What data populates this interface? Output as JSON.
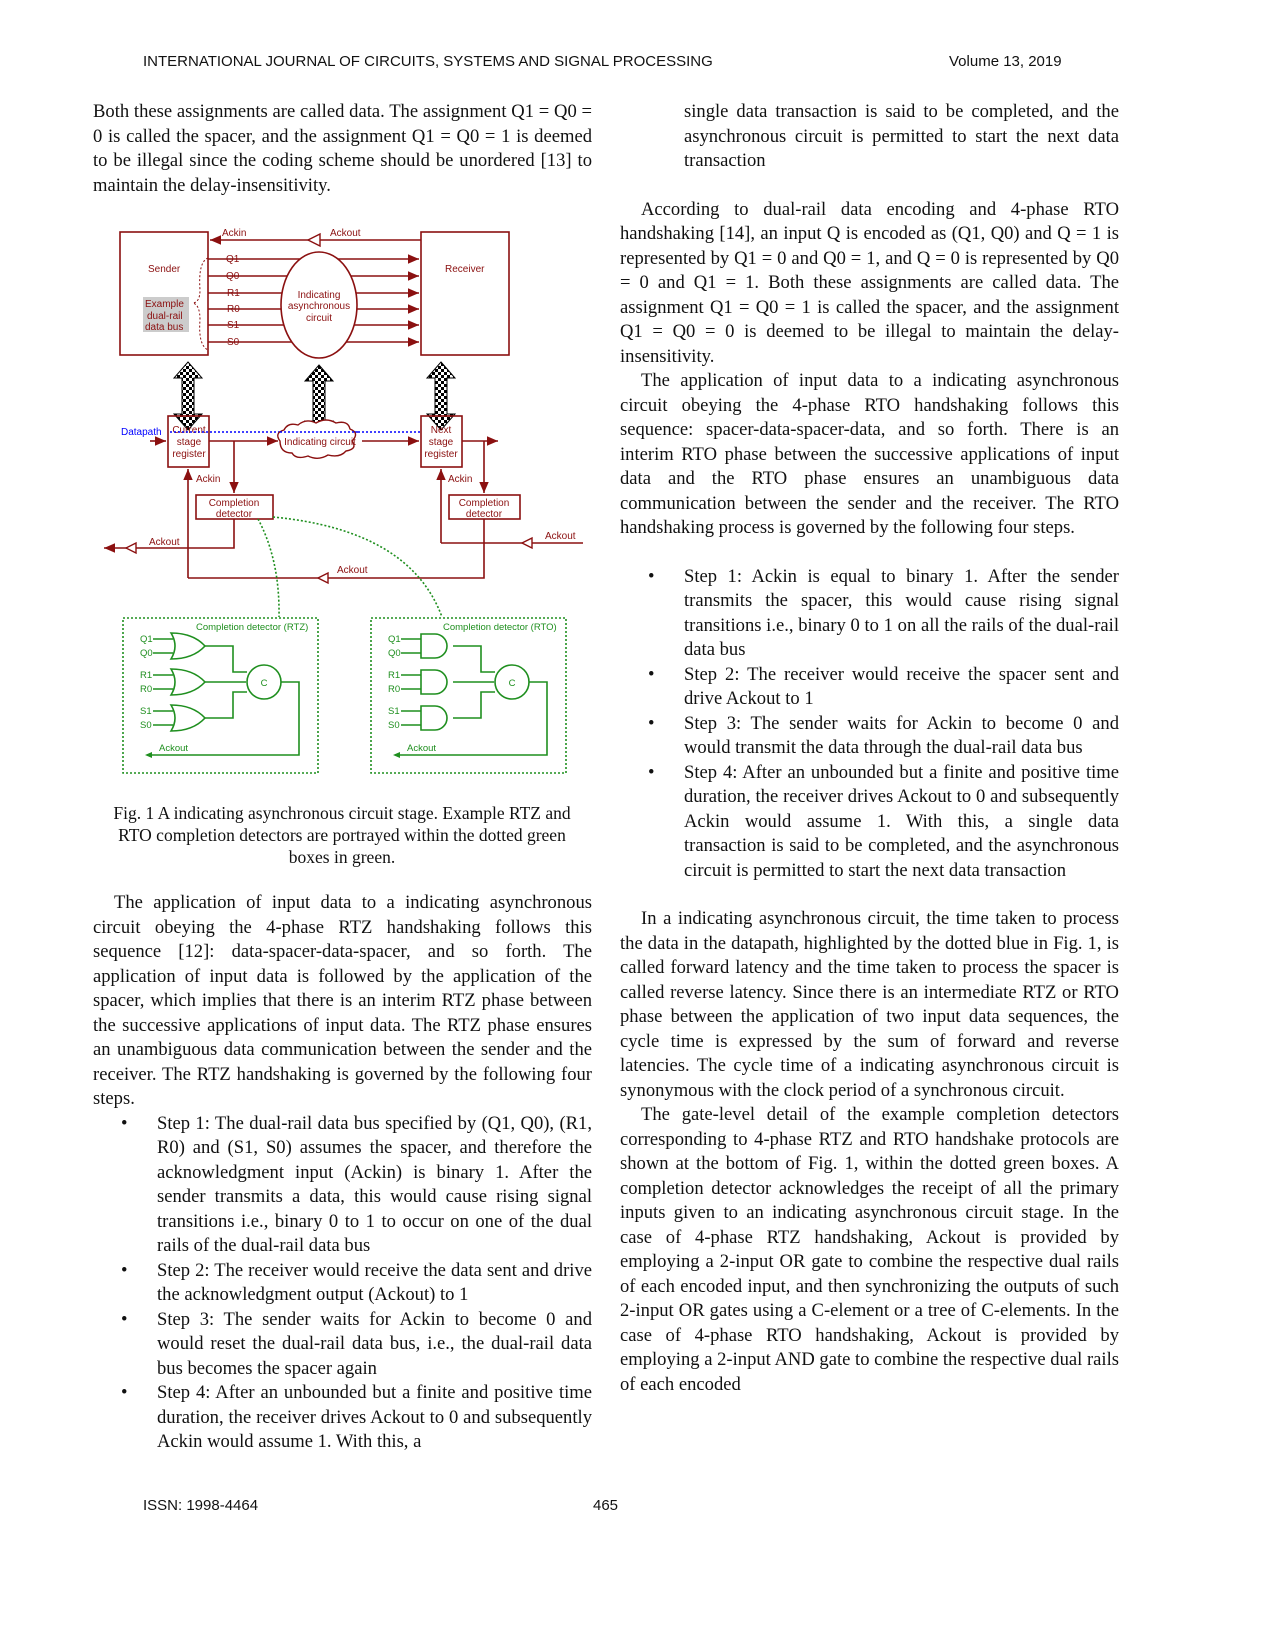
{
  "header": {
    "journal": "INTERNATIONAL JOURNAL OF CIRCUITS, SYSTEMS AND SIGNAL PROCESSING",
    "volume": "Volume 13, 2019"
  },
  "left": {
    "p1": "Both these assignments are called data. The assignment Q1 = Q0 = 0 is called the spacer, and the assignment Q1 = Q0 = 1 is deemed to be illegal since the coding scheme should be unordered [13] to maintain the delay-insensitivity.",
    "caption": "Fig. 1 A indicating asynchronous circuit stage. Example RTZ and RTO completion detectors are portrayed within the dotted green boxes in green.",
    "p2": "The application of input data to a indicating asynchronous circuit obeying the 4-phase RTZ handshaking follows this sequence [12]: data-spacer-data-spacer, and so forth. The application of input data is followed by the application of the spacer, which implies that there is an interim RTZ phase between the successive applications of input data. The RTZ phase ensures an unambiguous data communication between the sender and the receiver. The RTZ handshaking is governed by the following four steps.",
    "bullets": [
      "Step 1: The dual-rail data bus specified by (Q1, Q0), (R1, R0) and (S1, S0) assumes the spacer, and therefore the acknowledgment input (Ackin) is binary 1. After the sender transmits a data, this would cause rising signal transitions i.e., binary 0 to 1 to occur on one of the dual rails of the dual-rail data bus",
      "Step 2: The receiver would receive the data sent and drive the acknowledgment output (Ackout) to 1",
      "Step 3: The sender waits for Ackin to become 0 and would reset the dual-rail data bus, i.e., the dual-rail data bus becomes the spacer again",
      "Step 4: After an unbounded but a finite and positive time duration, the receiver drives Ackout to 0 and subsequently Ackin would assume 1. With this, a"
    ]
  },
  "right": {
    "cont": "single data transaction is said to be completed, and the asynchronous circuit is permitted to start the next data transaction",
    "p1": "According to dual-rail data encoding and 4-phase RTO handshaking [14], an input Q is encoded as (Q1, Q0) and Q = 1 is represented by Q1 = 0 and Q0 = 1, and Q = 0 is represented by Q0 = 0 and Q1 = 1. Both these assignments are called data. The assignment Q1 = Q0 = 1 is called the spacer, and the assignment Q1 = Q0 = 0 is deemed to be illegal to maintain the delay-insensitivity.",
    "p2": "The application of input data to a indicating asynchronous circuit obeying the 4-phase RTO handshaking follows this sequence: spacer-data-spacer-data, and so forth. There is an interim RTO phase between the successive applications of input data and the RTO phase ensures an unambiguous data communication between the sender and the receiver. The RTO handshaking process is governed by the following four steps.",
    "bullets": [
      "Step 1: Ackin is equal to binary 1. After the sender transmits the spacer, this would cause rising signal transitions i.e., binary 0 to 1 on all the rails of the dual-rail data bus",
      "Step 2: The receiver would receive the spacer sent and drive Ackout to 1",
      "Step 3: The sender waits for Ackin to become 0 and would transmit the data through the dual-rail data bus",
      "Step 4: After an unbounded but a finite and positive time duration, the receiver drives Ackout to 0 and subsequently Ackin would assume 1. With this, a single data transaction is said to be completed, and the asynchronous circuit is permitted to start the next data transaction"
    ],
    "p3": "In a indicating asynchronous circuit, the time taken to process the data in the datapath, highlighted by the dotted blue in Fig. 1, is called forward latency and the time taken to process the spacer is called reverse latency. Since there is an intermediate RTZ or RTO phase between the application of two input data sequences, the cycle time is expressed by the sum of forward and reverse latencies. The cycle time of a indicating asynchronous circuit is synonymous with the clock period of a synchronous circuit.",
    "p4": "The gate-level detail of the example completion detectors corresponding to 4-phase RTZ and RTO handshake protocols are shown at the bottom of Fig. 1, within the dotted green boxes. A completion detector acknowledges the receipt of all the primary inputs given to an indicating asynchronous circuit stage. In the case of 4-phase RTZ handshaking, Ackout is provided by employing a 2-input OR gate to combine the respective dual rails of each encoded input, and then synchronizing the outputs of such 2-input OR gates using a C-element or a tree of C-elements. In the case of 4-phase RTO handshaking, Ackout is provided by employing a 2-input AND gate to combine the respective dual rails of each encoded"
  },
  "figure": {
    "sender": "Sender",
    "receiver": "Receiver",
    "ackin": "Ackin",
    "ackout": "Ackout",
    "rails": [
      "Q1",
      "Q0",
      "R1",
      "R0",
      "S1",
      "S0"
    ],
    "circuit": [
      "Indicating",
      "asynchronous",
      "circuit"
    ],
    "example": [
      "Example",
      "dual-rail",
      "data bus"
    ],
    "datapath": "Datapath",
    "current_reg": [
      "Current",
      "stage",
      "register"
    ],
    "next_reg": [
      "Next",
      "stage",
      "register"
    ],
    "indicating_circuit": "Indicating circuit",
    "completion": [
      "Completion",
      "detector"
    ],
    "cd_rtz": "Completion detector (RTZ)",
    "cd_rto": "Completion detector (RTO)",
    "c_element": "C",
    "colors": {
      "main": "#8b1010",
      "completion": "#1f8f1f",
      "datapath": "#0000ff"
    }
  },
  "footer": {
    "issn": "ISSN: 1998-4464",
    "page": "465"
  }
}
